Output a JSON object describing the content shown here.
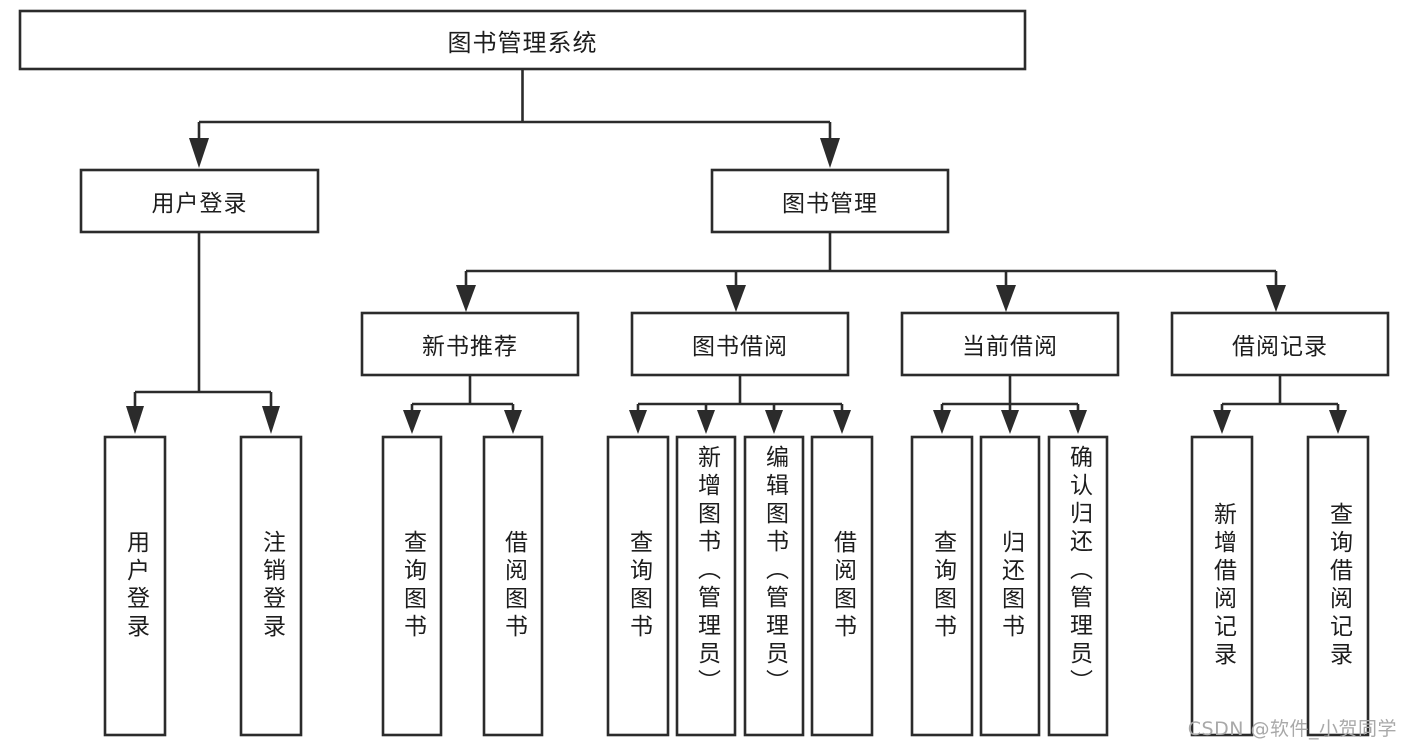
{
  "diagram": {
    "kind": "tree-hierarchy-flowchart",
    "background_color": "#ffffff",
    "line_color": "#2b2b2b",
    "text_color": "#1d1d1d",
    "root": {
      "id": "root",
      "label": "图书管理系统"
    },
    "level2": [
      {
        "id": "user-login",
        "label": "用户登录"
      },
      {
        "id": "book-management",
        "label": "图书管理"
      }
    ],
    "level3": [
      {
        "id": "new-book-recommend",
        "label": "新书推荐"
      },
      {
        "id": "book-borrow",
        "label": "图书借阅"
      },
      {
        "id": "current-borrow",
        "label": "当前借阅"
      },
      {
        "id": "borrow-record",
        "label": "借阅记录"
      }
    ],
    "leaves": {
      "user_login": [
        {
          "id": "leaf-user-login",
          "label": "用户登录"
        },
        {
          "id": "leaf-logout",
          "label": "注销登录"
        }
      ],
      "new_book_recommend": [
        {
          "id": "leaf-query-book-1",
          "label": "查询图书"
        },
        {
          "id": "leaf-borrow-book-1",
          "label": "借阅图书"
        }
      ],
      "book_borrow": [
        {
          "id": "leaf-query-book-2",
          "label": "查询图书"
        },
        {
          "id": "leaf-add-book",
          "label": "新增图书（管理员）"
        },
        {
          "id": "leaf-edit-book",
          "label": "编辑图书（管理员）"
        },
        {
          "id": "leaf-borrow-book-2",
          "label": "借阅图书"
        }
      ],
      "current_borrow": [
        {
          "id": "leaf-query-book-3",
          "label": "查询图书"
        },
        {
          "id": "leaf-return-book",
          "label": "归还图书"
        },
        {
          "id": "leaf-confirm-return",
          "label": "确认归还（管理员）"
        }
      ],
      "borrow_record": [
        {
          "id": "leaf-add-record",
          "label": "新增借阅记录"
        },
        {
          "id": "leaf-query-record",
          "label": "查询借阅记录"
        }
      ]
    }
  },
  "watermark": {
    "text": "CSDN @软件_小贺同学"
  }
}
